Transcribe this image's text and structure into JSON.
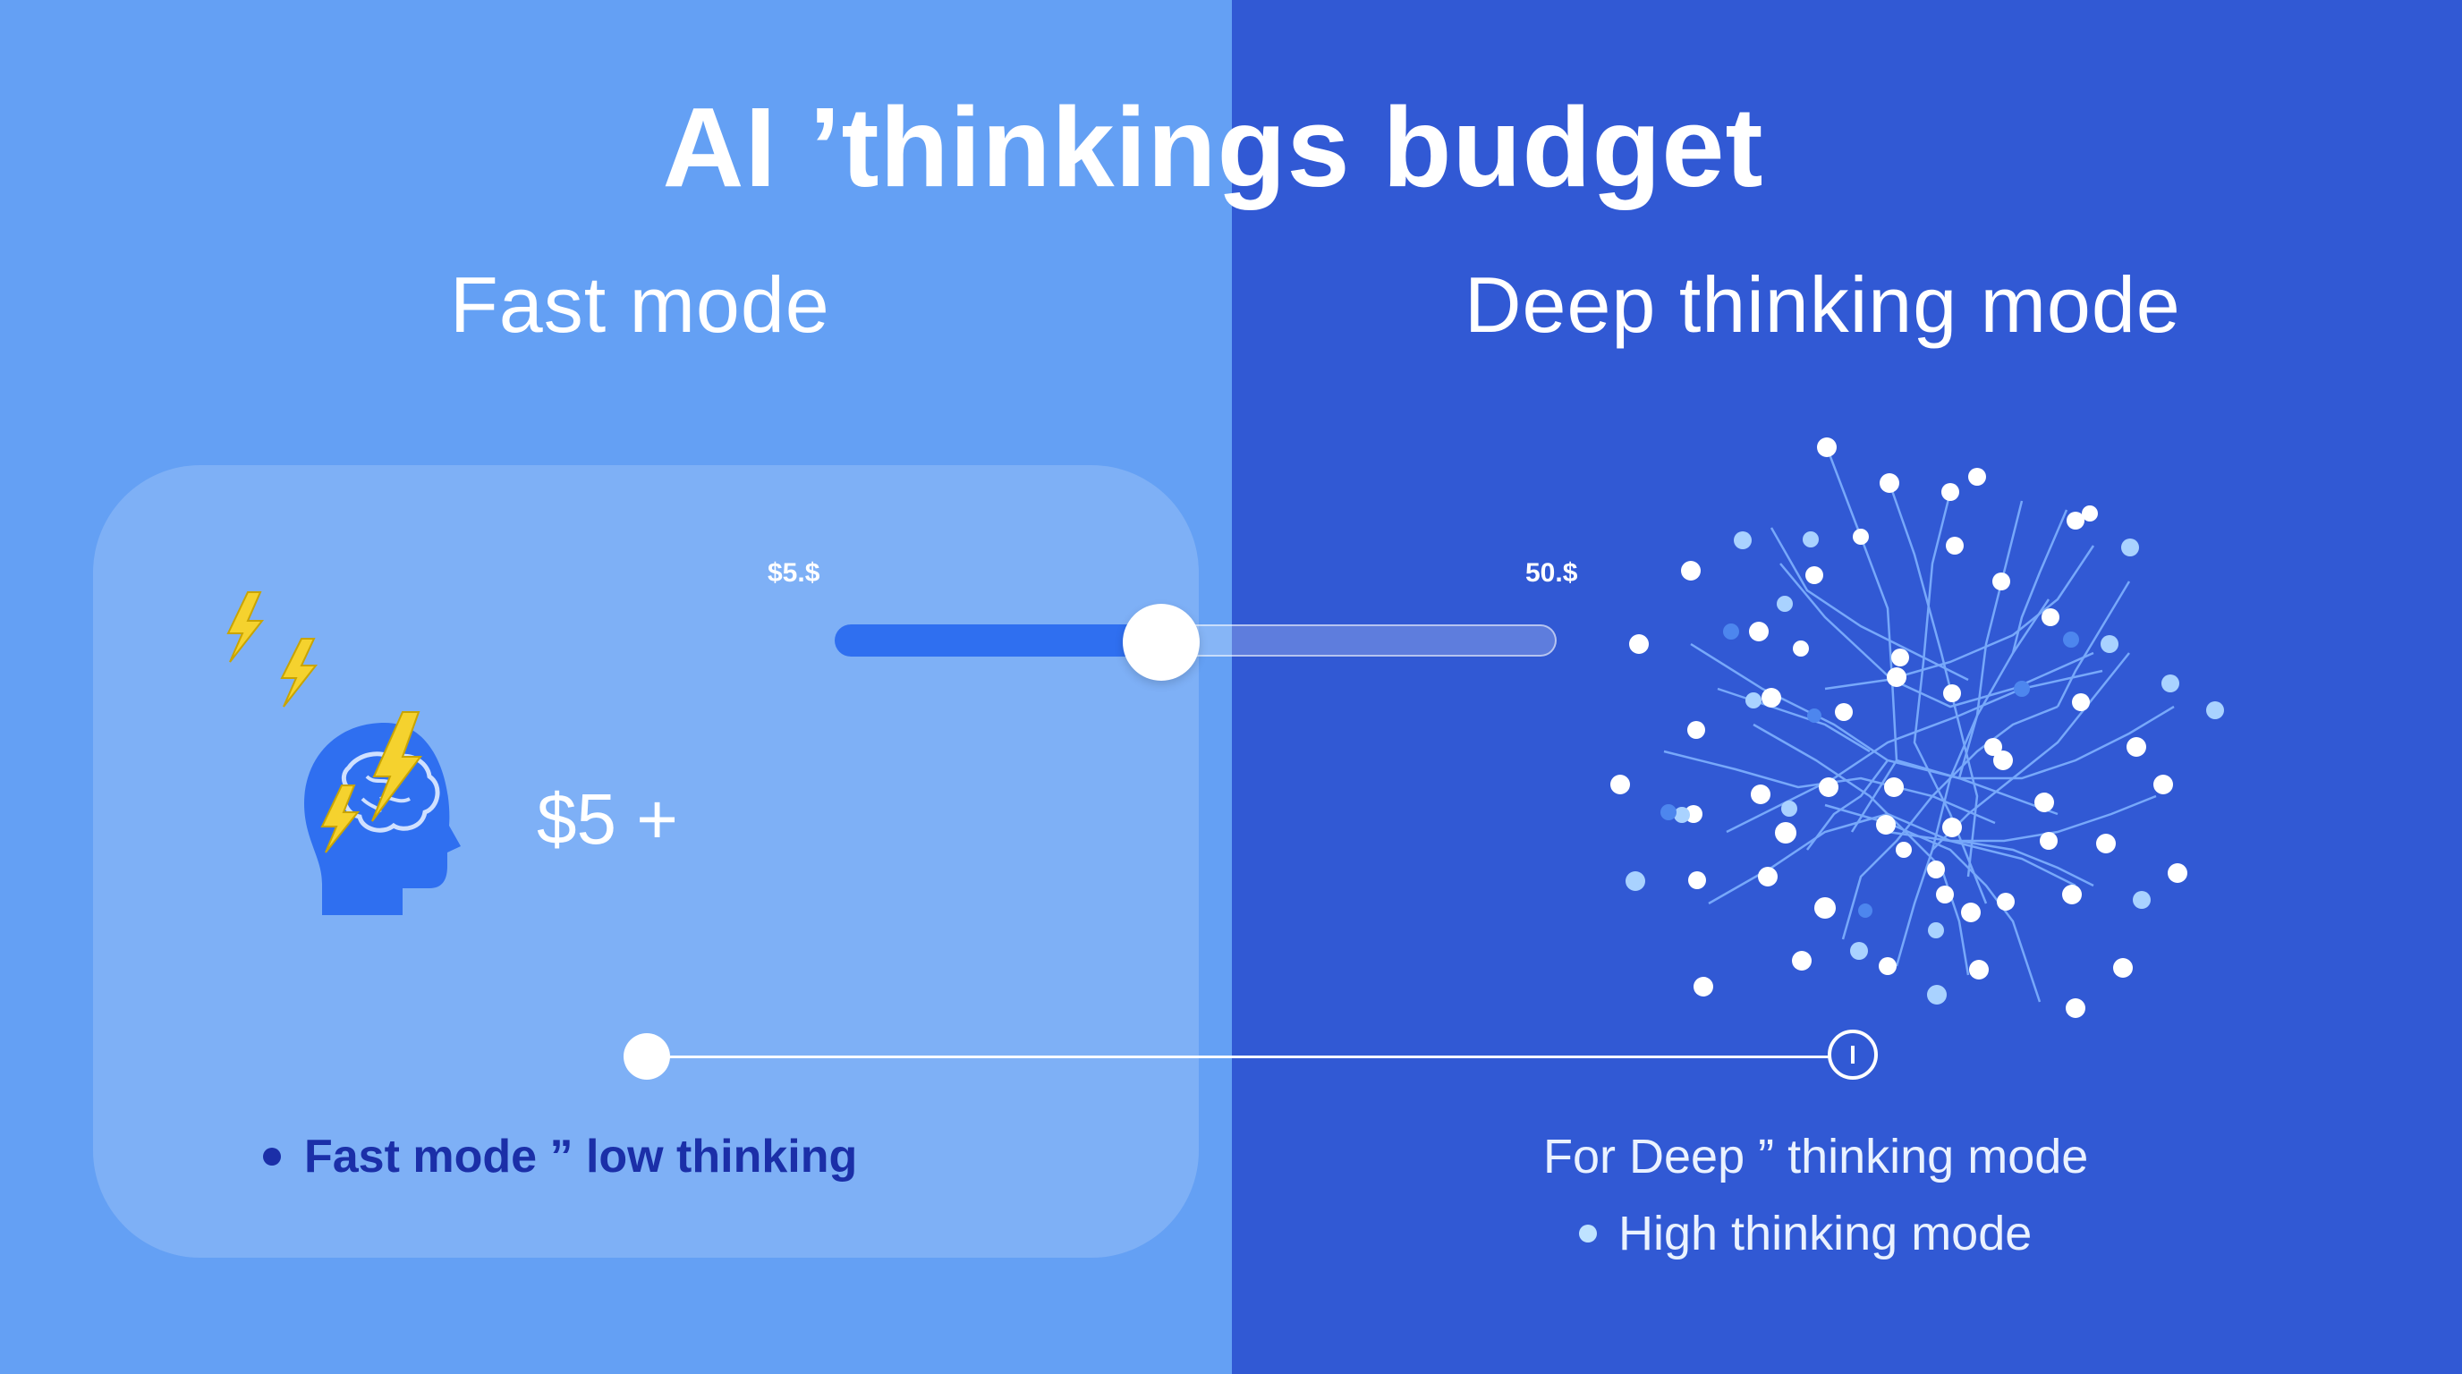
{
  "title": "AI ’thinkings budget",
  "modes": {
    "fast_label": "Fast mode",
    "deep_label": "Deep thinking mode"
  },
  "slider": {
    "left_value": "$5.$",
    "right_value": "50.$",
    "position_fraction": 0.42
  },
  "price": "$5 +",
  "bullets": {
    "fast": "Fast mode ” low thinking",
    "deep_line1": "For Deep ” thinking mode",
    "deep_line2": "High thinking mode"
  },
  "icons": [
    "lightning-icon",
    "brain-head-icon",
    "neural-network-icon"
  ],
  "colors": {
    "left_bg": "#64a0f4",
    "right_bg": "#3159d4",
    "accent": "#2f6ff0",
    "bolt": "#f5d22e",
    "bullet_dark": "#1b2fa8"
  }
}
